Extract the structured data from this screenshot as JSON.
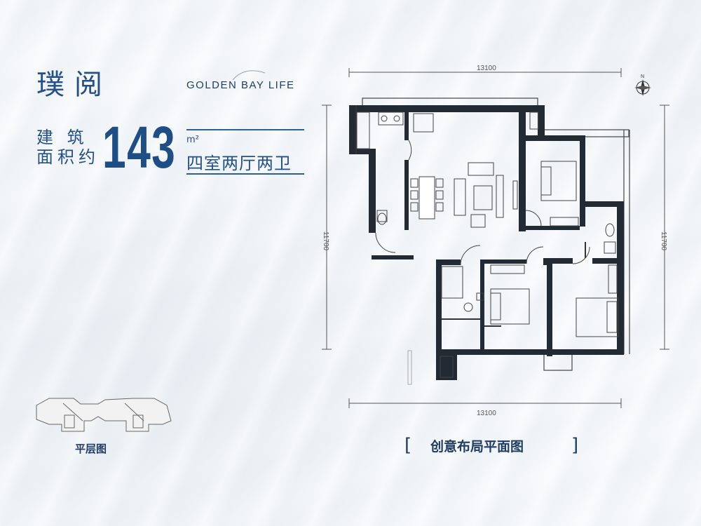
{
  "project": {
    "title": "璞阅",
    "brand": "GOLDEN BAY LIFE"
  },
  "unit": {
    "area_label": "建 筑\n面积约",
    "area_value": "143",
    "area_unit": "m²",
    "layout_type": "四室两厅两卫"
  },
  "dimensions": {
    "top_width": "13100",
    "bottom_width": "13100",
    "left_height": "11700",
    "right_height": "11700"
  },
  "keyplan": {
    "label": "平层图"
  },
  "floorplan": {
    "caption": "创意布局平面图",
    "bracket_open": "[",
    "bracket_close": "]"
  },
  "colors": {
    "accent": "#1f4e86",
    "wall": "#222a33"
  }
}
